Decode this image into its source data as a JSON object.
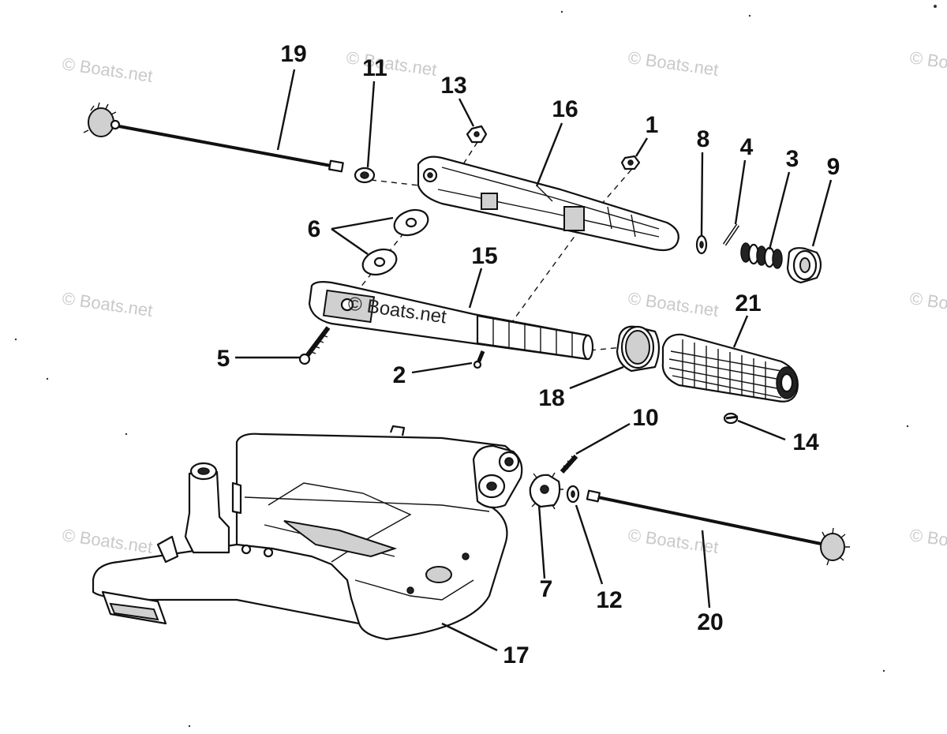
{
  "watermark": {
    "faint_text": "© Boats.net",
    "center_text": "© Boats.net"
  },
  "callouts": [
    {
      "id": "c19",
      "label": "19"
    },
    {
      "id": "c11",
      "label": "11"
    },
    {
      "id": "c13",
      "label": "13"
    },
    {
      "id": "c16",
      "label": "16"
    },
    {
      "id": "c1",
      "label": "1"
    },
    {
      "id": "c8",
      "label": "8"
    },
    {
      "id": "c4",
      "label": "4"
    },
    {
      "id": "c3",
      "label": "3"
    },
    {
      "id": "c9",
      "label": "9"
    },
    {
      "id": "c6",
      "label": "6"
    },
    {
      "id": "c15",
      "label": "15"
    },
    {
      "id": "c21",
      "label": "21"
    },
    {
      "id": "c5",
      "label": "5"
    },
    {
      "id": "c2",
      "label": "2"
    },
    {
      "id": "c18",
      "label": "18"
    },
    {
      "id": "c10",
      "label": "10"
    },
    {
      "id": "c14",
      "label": "14"
    },
    {
      "id": "c7",
      "label": "7"
    },
    {
      "id": "c12",
      "label": "12"
    },
    {
      "id": "c20",
      "label": "20"
    },
    {
      "id": "c17",
      "label": "17"
    }
  ]
}
